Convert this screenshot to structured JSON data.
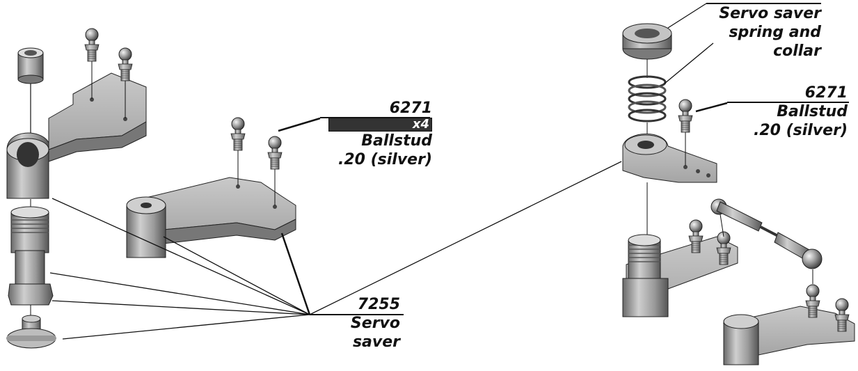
{
  "callouts": {
    "ballstud_center": {
      "part_no": "6271",
      "qty": "x4",
      "name": "Ballstud",
      "spec": ".20 (silver)"
    },
    "ballstud_right": {
      "part_no": "6271",
      "name": "Ballstud",
      "spec": ".20 (silver)"
    },
    "spring_collar": {
      "line1": "Servo saver",
      "line2": "spring and",
      "line3": "collar"
    },
    "servo_saver": {
      "part_no": "7255",
      "line1": "Servo",
      "line2": "saver"
    }
  },
  "colors": {
    "part_light": "#bdbdbd",
    "part_mid": "#8e8e8e",
    "part_dark": "#5a5a5a",
    "outline": "#111111"
  }
}
